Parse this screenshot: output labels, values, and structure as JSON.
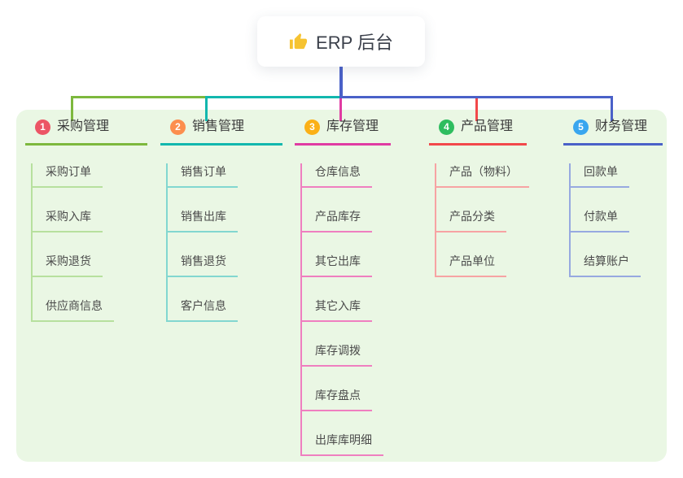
{
  "root": {
    "label": "ERP 后台",
    "icon": "thumbs-up-icon",
    "icon_color": "#f6c331"
  },
  "connectors": {
    "trunk_color": "#4a61c8"
  },
  "branches": [
    {
      "num": "1",
      "label": "采购管理",
      "line_color": "#7db83d",
      "child_line_color": "#b7e09e",
      "badge_color": "#ec5565",
      "children": [
        "采购订单",
        "采购入库",
        "采购退货",
        "供应商信息"
      ]
    },
    {
      "num": "2",
      "label": "销售管理",
      "line_color": "#12b7ae",
      "child_line_color": "#82d7d0",
      "badge_color": "#fc8e4e",
      "children": [
        "销售订单",
        "销售出库",
        "销售退货",
        "客户信息"
      ]
    },
    {
      "num": "3",
      "label": "库存管理",
      "line_color": "#e03ba2",
      "child_line_color": "#ef7fc0",
      "badge_color": "#fbb017",
      "children": [
        "仓库信息",
        "产品库存",
        "其它出库",
        "其它入库",
        "库存调拨",
        "库存盘点",
        "出库库明细"
      ]
    },
    {
      "num": "4",
      "label": "产品管理",
      "line_color": "#f2484a",
      "child_line_color": "#f7a3a3",
      "badge_color": "#2ebd5f",
      "children": [
        "产品（物料）",
        "产品分类",
        "产品单位"
      ]
    },
    {
      "num": "5",
      "label": "财务管理",
      "line_color": "#4a61c8",
      "child_line_color": "#97a9e0",
      "badge_color": "#39a6ef",
      "children": [
        "回款单",
        "付款单",
        "结算账户"
      ]
    }
  ],
  "panel_color": "#eaf7e4"
}
